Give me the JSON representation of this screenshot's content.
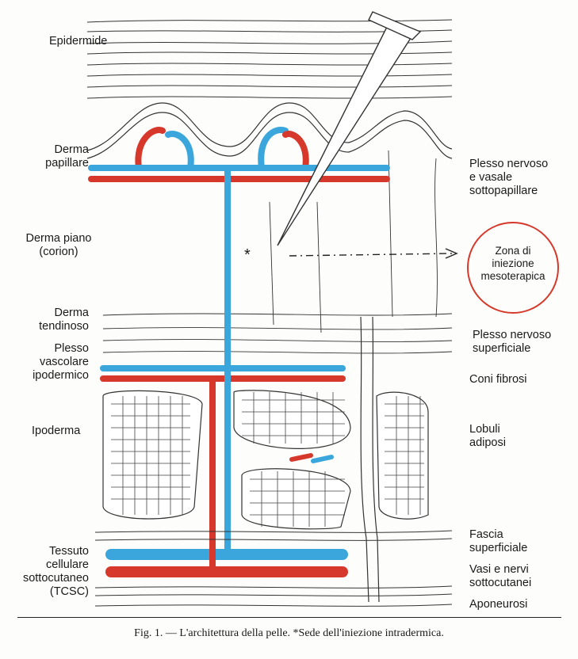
{
  "labels_left": {
    "epidermide": "Epidermide",
    "derma_papillare": [
      "Derma",
      "papillare"
    ],
    "derma_piano": [
      "Derma piano",
      "(corion)"
    ],
    "derma_tendinoso": [
      "Derma",
      "tendinoso"
    ],
    "plesso_vascolare": [
      "Plesso",
      "vascolare",
      "ipodermico"
    ],
    "ipoderma": "Ipoderma",
    "tcsc": [
      "Tessuto",
      "cellulare",
      "sottocutaneo",
      "(TCSC)"
    ]
  },
  "labels_right": {
    "plesso_sottopapillare": [
      "Plesso nervoso",
      "e vasale",
      "sottopapillare"
    ],
    "zona": [
      "Zona di",
      "iniezione",
      "mesoterapica"
    ],
    "plesso_superficiale": [
      "Plesso nervoso",
      "superficiale"
    ],
    "coni_fibrosi": "Coni fibrosi",
    "lobuli_adiposi": [
      "Lobuli",
      "adiposi"
    ],
    "fascia": [
      "Fascia",
      "superficiale"
    ],
    "vasi_nervi": [
      "Vasi e nervi",
      "sottocutanei"
    ],
    "aponeurosi": "Aponeurosi"
  },
  "asterisk": "*",
  "caption": "Fig. 1. — L'architettura della pelle. *Sede dell'iniezione intradermica.",
  "colors": {
    "artery": "#d6392b",
    "vein": "#3aa6dc",
    "ink": "#1a1a1a",
    "circle": "#d6392b"
  }
}
